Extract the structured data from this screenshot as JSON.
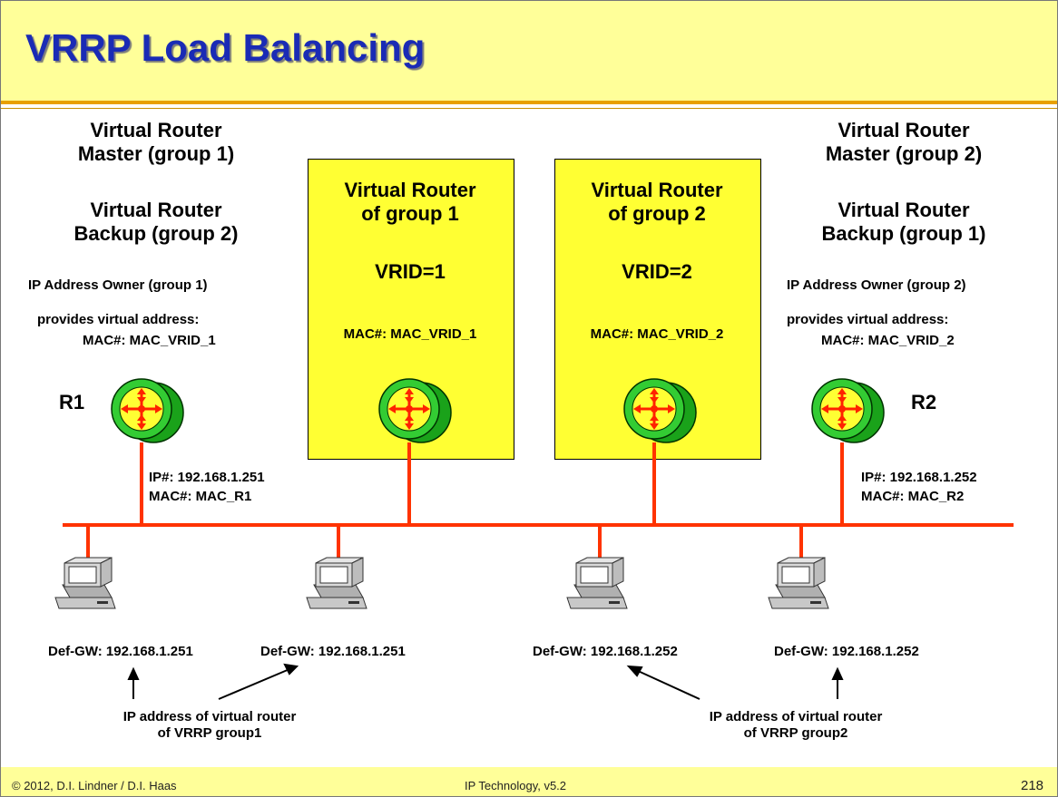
{
  "title": "VRRP Load Balancing",
  "colors": {
    "title": "#1a2bb5",
    "band": "#ffff99",
    "box": "#ffff33",
    "network": "#ff3300",
    "router": "#33cc33"
  },
  "left_router": {
    "master_line1": "Virtual Router",
    "master_line2": "Master (group 1)",
    "backup_line1": "Virtual Router",
    "backup_line2": "Backup (group 2)",
    "owner": "IP Address Owner (group 1)",
    "provides": "provides virtual address:",
    "mac": "MAC#: MAC_VRID_1",
    "name": "R1",
    "ip": "IP#: 192.168.1.251",
    "real_mac": "MAC#: MAC_R1",
    "icon": "router-icon"
  },
  "right_router": {
    "master_line1": "Virtual Router",
    "master_line2": "Master (group 2)",
    "backup_line1": "Virtual Router",
    "backup_line2": "Backup (group 1)",
    "owner": "IP Address Owner (group 2)",
    "provides": "provides virtual address:",
    "mac": "MAC#: MAC_VRID_2",
    "name": "R2",
    "ip": "IP#: 192.168.1.252",
    "real_mac": "MAC#: MAC_R2",
    "icon": "router-icon"
  },
  "virtual_group1": {
    "line1": "Virtual Router",
    "line2": "of group 1",
    "vrid": "VRID=1",
    "mac": "MAC#: MAC_VRID_1"
  },
  "virtual_group2": {
    "line1": "Virtual Router",
    "line2": "of group 2",
    "vrid": "VRID=2",
    "mac": "MAC#: MAC_VRID_2"
  },
  "hosts": [
    {
      "gateway": "Def-GW: 192.168.1.251",
      "icon": "computer-icon"
    },
    {
      "gateway": "Def-GW: 192.168.1.251",
      "icon": "computer-icon"
    },
    {
      "gateway": "Def-GW: 192.168.1.252",
      "icon": "computer-icon"
    },
    {
      "gateway": "Def-GW: 192.168.1.252",
      "icon": "computer-icon"
    }
  ],
  "annotations": {
    "group1_line1": "IP address of virtual router",
    "group1_line2": "of VRRP group1",
    "group2_line1": "IP address of virtual router",
    "group2_line2": "of VRRP group2"
  },
  "footer": {
    "copyright": "© 2012, D.I. Lindner / D.I. Haas",
    "course": "IP Technology, v5.2",
    "page": "218"
  }
}
